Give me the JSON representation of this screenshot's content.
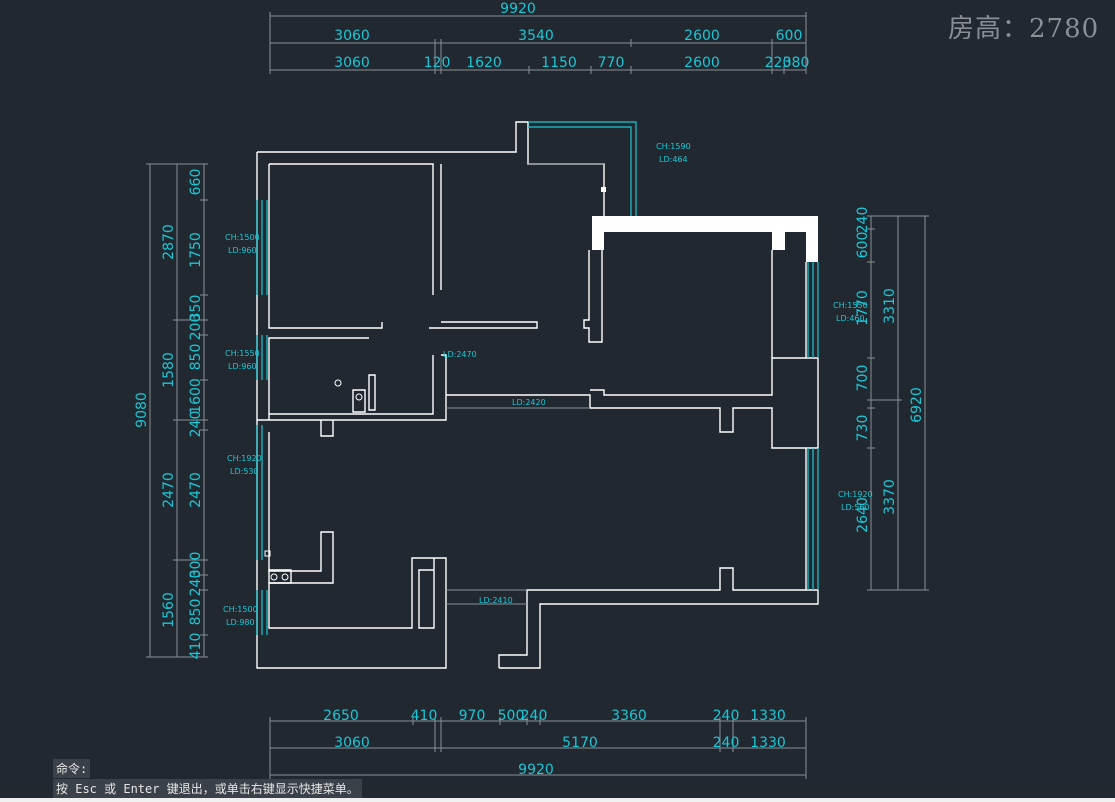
{
  "header": {
    "room_height": "房高：2780"
  },
  "command": {
    "prompt": "命令:",
    "hint": "按 Esc 或 Enter 键退出，或单击右键显示快捷菜单。"
  },
  "dims": {
    "top": {
      "r1": [
        "9920"
      ],
      "r2": [
        "3060",
        "3540",
        "2600",
        "600"
      ],
      "r3": [
        "3060",
        "120",
        "1620",
        "1150",
        "770",
        "2600",
        "220",
        "380"
      ]
    },
    "bottom": {
      "r1": [
        "2650",
        "410",
        "970",
        "500",
        "240",
        "3360",
        "240",
        "1330"
      ],
      "r2": [
        "3060",
        "5170",
        "240",
        "1330"
      ],
      "r3": [
        "9920"
      ]
    },
    "left": {
      "outer": [
        "9080"
      ],
      "mid": [
        "2870",
        "1580",
        "2470",
        "1560"
      ],
      "inner": [
        "660",
        "1750",
        "350",
        "200",
        "850",
        "1600",
        "240",
        "2470",
        "300",
        "240",
        "850",
        "410"
      ]
    },
    "right": {
      "inner": [
        "240",
        "600",
        "1770",
        "700",
        "730",
        "2640"
      ],
      "mid": [
        "3310",
        "3370"
      ],
      "outer": [
        "6920"
      ]
    }
  },
  "labels": {
    "w1_ch": "CH:1590",
    "w1_ld": "LD:464",
    "w2_ch": "CH:1500",
    "w2_ld": "LD:960",
    "w3_ch": "CH:1550",
    "w3_ld": "LD:960",
    "w4_ch": "CH:1920",
    "w4_ld": "LD:530",
    "w5_ch": "CH:1500",
    "w5_ld": "LD:980",
    "w6_ch": "CH:1550",
    "w6_ld": "LD:460",
    "w7_ch": "CH:1920",
    "w7_ld": "LD:560",
    "d1": "LD:2470",
    "d2": "LD:2420",
    "d3": "LD:2410"
  },
  "colors": {
    "background": "#212830",
    "wall": "#ffffff",
    "window": "#19c7d6",
    "dimension": "#19c7d6"
  }
}
